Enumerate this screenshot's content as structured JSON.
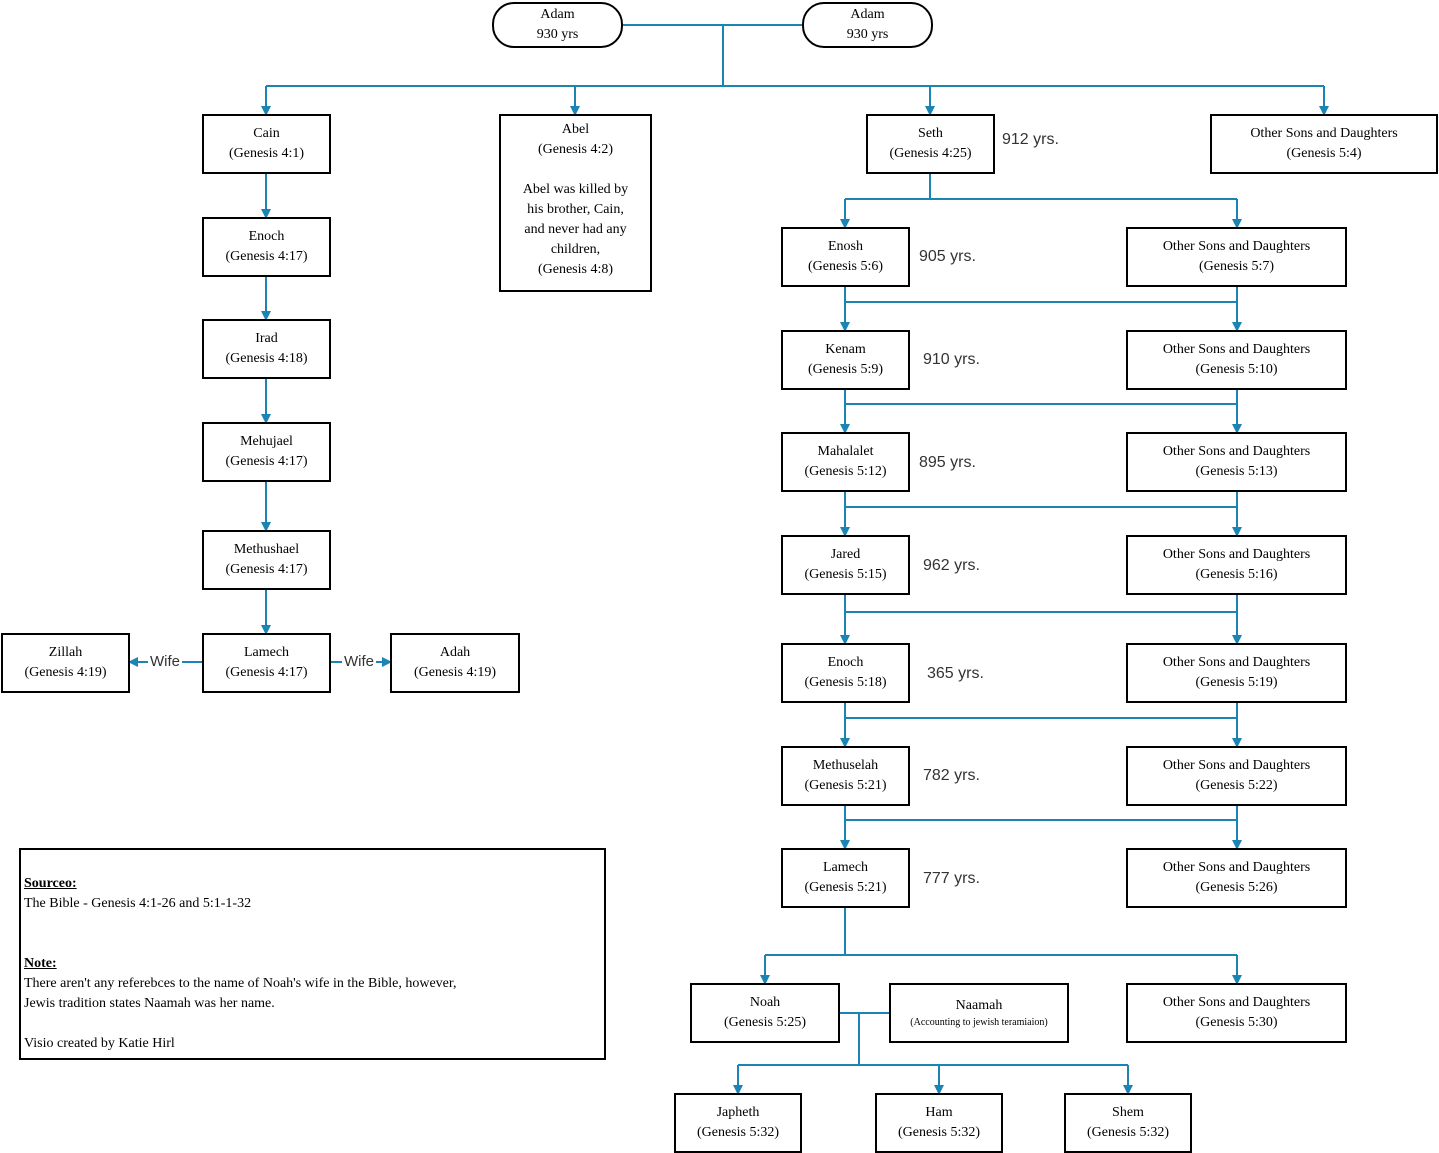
{
  "colors": {
    "connector": "#1a85b5",
    "border": "#000000"
  },
  "adams": [
    {
      "name": "Adam",
      "years": "930 yrs"
    },
    {
      "name": "Adam",
      "years": "930 yrs"
    }
  ],
  "cain_line": [
    {
      "name": "Cain",
      "ref": "(Genesis 4:1)"
    },
    {
      "name": "Enoch",
      "ref": "(Genesis 4:17)"
    },
    {
      "name": "Irad",
      "ref": "(Genesis 4:18)"
    },
    {
      "name": "Mehujael",
      "ref": "(Genesis 4:17)"
    },
    {
      "name": "Methushael",
      "ref": "(Genesis 4:17)"
    },
    {
      "name": "Lamech",
      "ref": "(Genesis 4:17)"
    }
  ],
  "wives": {
    "left": {
      "name": "Zillah",
      "ref": "(Genesis 4:19)"
    },
    "right": {
      "name": "Adah",
      "ref": "(Genesis 4:19)"
    },
    "label": "Wife"
  },
  "abel": {
    "name": "Abel",
    "ref": "(Genesis 4:2)",
    "note_lines": [
      "Abel was killed by",
      "his brother, Cain,",
      "and never had any",
      "children,",
      "(Genesis 4:8)"
    ]
  },
  "seth_line": [
    {
      "name": "Seth",
      "ref": "(Genesis 4:25)",
      "years": "912 yrs."
    },
    {
      "name": "Enosh",
      "ref": "(Genesis 5:6)",
      "years": "905 yrs."
    },
    {
      "name": "Kenam",
      "ref": "(Genesis 5:9)",
      "years": "910 yrs."
    },
    {
      "name": "Mahalalet",
      "ref": "(Genesis 5:12)",
      "years": "895 yrs."
    },
    {
      "name": "Jared",
      "ref": "(Genesis 5:15)",
      "years": "962 yrs."
    },
    {
      "name": "Enoch",
      "ref": "(Genesis 5:18)",
      "years": "365 yrs."
    },
    {
      "name": "Methuselah",
      "ref": "(Genesis 5:21)",
      "years": "782 yrs."
    },
    {
      "name": "Lamech",
      "ref": "(Genesis 5:21)",
      "years": "777 yrs."
    },
    {
      "name": "Noah",
      "ref": "(Genesis 5:25)"
    }
  ],
  "others": [
    {
      "name": "Other Sons and Daughters",
      "ref": "(Genesis 5:4)"
    },
    {
      "name": "Other Sons and Daughters",
      "ref": "(Genesis 5:7)"
    },
    {
      "name": "Other Sons and Daughters",
      "ref": "(Genesis 5:10)"
    },
    {
      "name": "Other Sons and Daughters",
      "ref": "(Genesis 5:13)"
    },
    {
      "name": "Other Sons and Daughters",
      "ref": "(Genesis 5:16)"
    },
    {
      "name": "Other Sons and Daughters",
      "ref": "(Genesis 5:19)"
    },
    {
      "name": "Other Sons and Daughters",
      "ref": "(Genesis 5:22)"
    },
    {
      "name": "Other Sons and Daughters",
      "ref": "(Genesis 5:26)"
    },
    {
      "name": "Other Sons and Daughters",
      "ref": "(Genesis 5:30)"
    }
  ],
  "naamah": {
    "name": "Naamah",
    "note": "(Accounting to jewish teramiaion)"
  },
  "sons_of_noah": [
    {
      "name": "Japheth",
      "ref": "(Genesis 5:32)"
    },
    {
      "name": "Ham",
      "ref": "(Genesis 5:32)"
    },
    {
      "name": "Shem",
      "ref": "(Genesis 5:32)"
    }
  ],
  "notes": {
    "source_header": "Sourceo:",
    "source_text": "The Bible - Genesis 4:1-26 and 5:1-1-32",
    "note_header": "Note:",
    "note_line1": "There aren't any referebces to the name of Noah's wife in the Bible, however,",
    "note_line2": "Jewis tradition states Naamah was her name.",
    "credit": "Visio created by Katie Hirl"
  }
}
